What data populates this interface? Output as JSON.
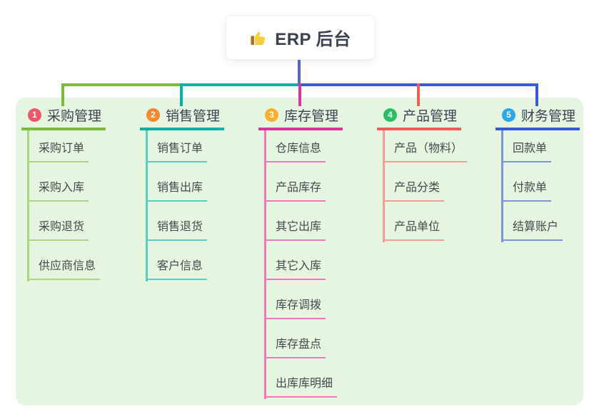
{
  "root": {
    "label": "ERP 后台",
    "icon": "thumbs-up"
  },
  "panel": {
    "background": "#e5f5df"
  },
  "connector": {
    "stub_color": "#5a62da"
  },
  "branches": [
    {
      "number": "1",
      "label": "采购管理",
      "badge_color": "#f0566b",
      "color": "#7cba3e",
      "light_color": "#a9d585",
      "children": [
        "采购订单",
        "采购入库",
        "采购退货",
        "供应商信息"
      ]
    },
    {
      "number": "2",
      "label": "销售管理",
      "badge_color": "#f8872e",
      "color": "#0cafa3",
      "light_color": "#57cfc2",
      "children": [
        "销售订单",
        "销售出库",
        "销售退货",
        "客户信息"
      ]
    },
    {
      "number": "3",
      "label": "库存管理",
      "badge_color": "#ffae2b",
      "color": "#d6359b",
      "light_color": "#f177bd",
      "children": [
        "仓库信息",
        "产品库存",
        "其它出库",
        "其它入库",
        "库存调拨",
        "库存盘点",
        "出库库明细"
      ]
    },
    {
      "number": "4",
      "label": "产品管理",
      "badge_color": "#2ebd62",
      "color": "#f25c58",
      "light_color": "#f79b94",
      "children": [
        "产品（物料）",
        "产品分类",
        "产品单位"
      ]
    },
    {
      "number": "5",
      "label": "财务管理",
      "badge_color": "#29a8ec",
      "color": "#3659d6",
      "light_color": "#7d93de",
      "children": [
        "回款单",
        "付款单",
        "结算账户"
      ]
    }
  ]
}
